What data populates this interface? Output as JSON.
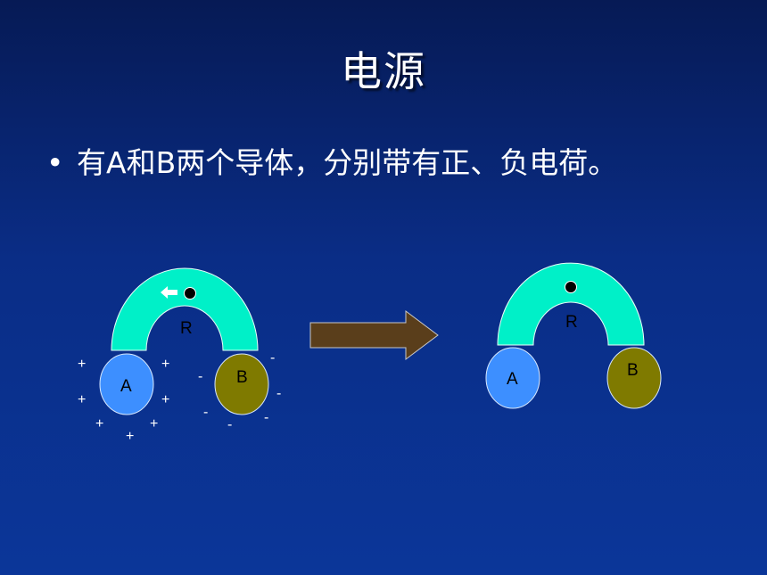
{
  "title": "电源",
  "bullet": {
    "marker": "•",
    "text": "有A和B两个导体，分别带有正、负电荷。"
  },
  "colors": {
    "arch": "#00f0c8",
    "conductor_a": "#3d8fff",
    "conductor_b": "#7f7a00",
    "arrow": "#5a3e1b",
    "background_top": "#061a55",
    "background_bottom": "#0b3699"
  },
  "left_diagram": {
    "arch_label": "R",
    "a_label": "A",
    "b_label": "B",
    "positive_sign": "+",
    "negative_sign": "-"
  },
  "right_diagram": {
    "arch_label": "R",
    "a_label": "A",
    "b_label": "B"
  },
  "icons": [
    "left-arrow-icon",
    "charge-dot-icon",
    "right-block-arrow-icon"
  ]
}
